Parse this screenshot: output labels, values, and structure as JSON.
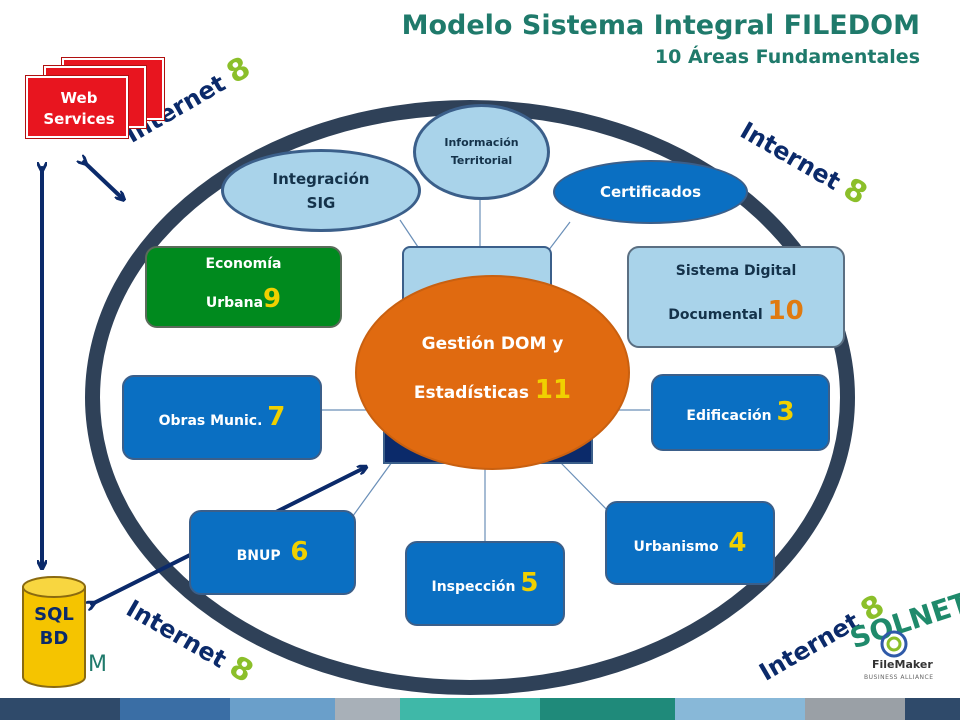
{
  "header": {
    "title": "Modelo Sistema Integral FILEDOM",
    "subtitle": "10 Áreas Fundamentales"
  },
  "nodes": {
    "informacion_territorial": "Información Territorial",
    "integracion_sig": "Integración SIG",
    "certificados": "Certificados",
    "economia_urbana": {
      "label": "Economía Urbana",
      "number": "9"
    },
    "sistema_digital": {
      "label": "Sistema Digital Documental",
      "number": "10"
    },
    "gestion_dom": {
      "label": "Gestión DOM y Estadísticas",
      "number": "11"
    },
    "obras_munic": {
      "label": "Obras Munic.",
      "number": "7"
    },
    "edificacion": {
      "label": "Edificación",
      "number": "3"
    },
    "bnup": {
      "label": "BNUP",
      "number": "6"
    },
    "urbanismo": {
      "label": "Urbanismo",
      "number": "4"
    },
    "inspeccion": {
      "label": "Inspección",
      "number": "5"
    }
  },
  "internet": {
    "word": "Internet",
    "number": "8"
  },
  "web_services": "Web Services",
  "database": "SQL BD",
  "branding": {
    "left_mark": "M",
    "solnet": "SOLNET",
    "filemaker": "FileMaker",
    "alliance": "BUSINESS ALLIANCE"
  },
  "colors": {
    "title": "#1f7a6b",
    "ring": "#2f4158",
    "module_blue": "#0a6fc2",
    "module_green": "#008a1e",
    "module_light": "#a9d3ea",
    "core_orange": "#e06a10",
    "internet_text": "#0b2a6a",
    "internet_eight": "#8bbf2a",
    "web_services": "#e8151f",
    "database": "#f5c400",
    "footer": [
      "#2f4a6a",
      "#3a6ea5",
      "#6a9fca",
      "#a8b0b8",
      "#3fb8a8",
      "#1f8a7a",
      "#88b8d8",
      "#9aa0a6",
      "#2f4a6a"
    ]
  }
}
